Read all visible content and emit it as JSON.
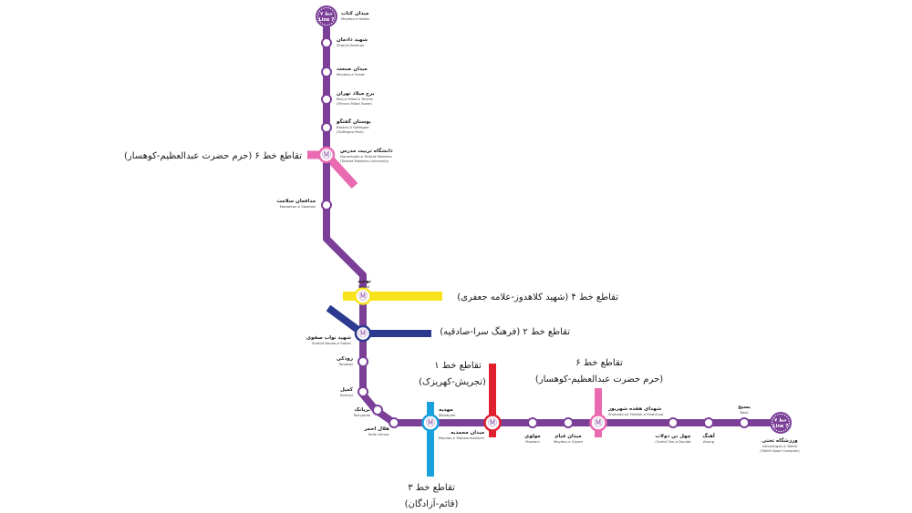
{
  "colors": {
    "line7": "#7b3f98",
    "line1": "#e0202e",
    "line2": "#2b3a8f",
    "line3": "#1aa0dd",
    "line4": "#f8e21c",
    "line6": "#ea6ab1"
  },
  "terminals": {
    "north": {
      "fa": "خط ۷",
      "en": "Line 7"
    },
    "east": {
      "fa": "خط ۷",
      "en": "Line 7"
    }
  },
  "stations": [
    {
      "id": "meydan-e-ketab",
      "fa": "میدان کتاب",
      "en": [
        "Meydan-e Ketab"
      ]
    },
    {
      "id": "shahid-dadman",
      "fa": "شهید دادمان",
      "en": [
        "Shahid Dadman"
      ]
    },
    {
      "id": "meydan-e-sanat",
      "fa": "میدان صنعت",
      "en": [
        "Meydan-e Sanat"
      ]
    },
    {
      "id": "borj-e-milad",
      "fa": "برج میلاد تهران",
      "en": [
        "Borj-e Milad-e Tehran",
        "(Tehran Milad Tower)"
      ]
    },
    {
      "id": "bostan-e-goftegoo",
      "fa": "بوستان گفتگو",
      "en": [
        "Bostan-e Goftegoo",
        "(Goftegoo Park)"
      ]
    },
    {
      "id": "tarbiat-modares",
      "fa": "دانشگاه تربیت مدرس",
      "en": [
        "Daneshgah-e Tarbiat Modares",
        "(Tarbiat Modares University)"
      ]
    },
    {
      "id": "modafean-e-salamat",
      "fa": "مدافعان سلامت",
      "en": [
        "Modafean-e Salamat"
      ]
    },
    {
      "id": "towhid",
      "fa": "توحید",
      "en": [
        "Towhid"
      ]
    },
    {
      "id": "shahid-navab-safavi",
      "fa": "شهید نواب صفوی",
      "en": [
        "Shahid Navab-e Safavi"
      ]
    },
    {
      "id": "roudaki",
      "fa": "رودکی",
      "en": [
        "Roudaki"
      ]
    },
    {
      "id": "komeyl",
      "fa": "کمیل",
      "en": [
        "Komeyl"
      ]
    },
    {
      "id": "beryanak",
      "fa": "بریانک",
      "en": [
        "Beryanak"
      ]
    },
    {
      "id": "helal-ahmar",
      "fa": "هلال احمر",
      "en": [
        "Helal Ahmar"
      ]
    },
    {
      "id": "mahdiyeh",
      "fa": "مهدیه",
      "en": [
        "Mahdiyeh"
      ]
    },
    {
      "id": "meydan-e-mohammadiyeh",
      "fa": "میدان محمدیه",
      "en": [
        "Meydan-e Mohammadiyeh"
      ]
    },
    {
      "id": "mowlavi",
      "fa": "مولوی",
      "en": [
        "Mowlavi"
      ]
    },
    {
      "id": "meydan-e-qiyam",
      "fa": "میدان قیام",
      "en": [
        "Meydan-e Qiyam"
      ]
    },
    {
      "id": "shohada-ye-hefdah-e-shahrivar",
      "fa": "شهدای هفده شهریور",
      "en": [
        "Shohada-ye Hefdah-e Shahrivar"
      ]
    },
    {
      "id": "chehel-tan-e-doulab",
      "fa": "چهل تن دولاب",
      "en": [
        "Chehel Tan-e Doulab"
      ]
    },
    {
      "id": "ahang",
      "fa": "آهنگ",
      "en": [
        "Ahang"
      ]
    },
    {
      "id": "basij",
      "fa": "بسیج",
      "en": [
        "Basij"
      ]
    },
    {
      "id": "varzeshgah-e-takhti",
      "fa": "ورزشگاه تختی",
      "en": [
        "Varzeshgah-e Takhti",
        "(Takhti Sport Complex)"
      ]
    }
  ],
  "transfers": {
    "line6_north": [
      "تقاطع خط ۶ (حرم حضرت عبدالعظیم-کوهسار)"
    ],
    "line4": [
      "تقاطع خط ۴ (شهید کلاهدوز-علامه جعفری)"
    ],
    "line2": [
      "تقاطع خط ۲ (فرهنگ سرا-صادقیه)"
    ],
    "line1": [
      "تقاطع خط ۱",
      "(تجریش-کهریزک)"
    ],
    "line6_south": [
      "تقاطع خط ۶",
      "(حرم حضرت عبدالعظیم-کوهسار)"
    ],
    "line3": [
      "تقاطع خط ۳",
      "(قائم-آزادگان)"
    ]
  }
}
